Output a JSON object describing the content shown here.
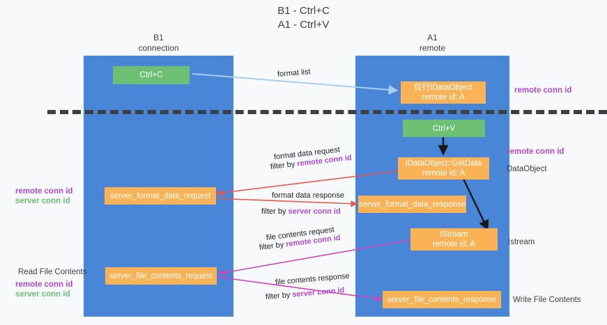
{
  "title": {
    "line1": "B1 - Ctrl+C",
    "line2": "A1 - Ctrl+V"
  },
  "colors": {
    "lane": "#4a86d8",
    "node_green": "#6cbf73",
    "node_orange": "#f9b356",
    "accent_purple": "#b14ad1",
    "accent_green": "#6cbf73",
    "arrow_lightblue": "#a8cdf0",
    "arrow_red": "#e8574a",
    "arrow_magenta": "#cc44bb",
    "arrow_black": "#1a1a1a",
    "divider": "#3c4043",
    "background": "#f8f9fa"
  },
  "lanes": [
    {
      "id": "b1",
      "header_line1": "B1",
      "header_line2": "connection"
    },
    {
      "id": "a1",
      "header_line1": "A1",
      "header_line2": "remote"
    }
  ],
  "nodes": [
    {
      "id": "ctrl-c",
      "kind": "green",
      "line1": "Ctrl+C",
      "line2": ""
    },
    {
      "id": "idataobject-remote",
      "kind": "orange",
      "line1": "仅行IDataObject",
      "line2": "remote id: A"
    },
    {
      "id": "ctrl-v",
      "kind": "green",
      "line1": "Ctrl+V",
      "line2": ""
    },
    {
      "id": "idataobject-getdata",
      "kind": "orange",
      "line1": "IDataObject::GetData",
      "line2": "remote id: A"
    },
    {
      "id": "server-format-data-request",
      "kind": "orange",
      "line1": "server_format_data_request",
      "line2": ""
    },
    {
      "id": "server-format-data-response",
      "kind": "orange",
      "line1": "server_format_data_response",
      "line2": ""
    },
    {
      "id": "istream-remote",
      "kind": "orange",
      "line1": "IStream",
      "line2": "remote id: A"
    },
    {
      "id": "server-file-contents-request",
      "kind": "orange",
      "line1": "server_file_contents_request",
      "line2": ""
    },
    {
      "id": "server-file-contents-response",
      "kind": "orange",
      "line1": "server_file_contents_response",
      "line2": ""
    }
  ],
  "edge_labels": [
    {
      "id": "format-list",
      "text": "format list",
      "highlight": ""
    },
    {
      "id": "format-data-request",
      "text": "format data request",
      "highlight": ""
    },
    {
      "id": "format-data-request-filter",
      "prefix": "filter by ",
      "highlight": "remote conn id"
    },
    {
      "id": "format-data-response",
      "text": "format data response",
      "highlight": ""
    },
    {
      "id": "format-data-response-filter",
      "prefix": "filter by ",
      "highlight": "server conn id"
    },
    {
      "id": "file-contents-request",
      "text": "file contents request",
      "highlight": ""
    },
    {
      "id": "file-contents-request-filter",
      "prefix": "filter by ",
      "highlight": "remote conn id"
    },
    {
      "id": "file-contents-response",
      "text": "file contents response",
      "highlight": ""
    },
    {
      "id": "file-contents-response-filter",
      "prefix": "filter by ",
      "highlight": "server conn id"
    }
  ],
  "annotations": {
    "right_top_remote_conn_id": "remote conn id",
    "right_mid_remote_conn_id": "remote conn id",
    "right_dataobject": "DataObject",
    "right_istream": "Istream",
    "right_write_file_contents": "Write File Contents",
    "left_remote_conn_id_1": "remote conn id",
    "left_server_conn_id_1": "server conn id",
    "left_read_file_contents": "Read File Contents",
    "left_remote_conn_id_2": "remote conn id",
    "left_server_conn_id_2": "server conn id"
  }
}
